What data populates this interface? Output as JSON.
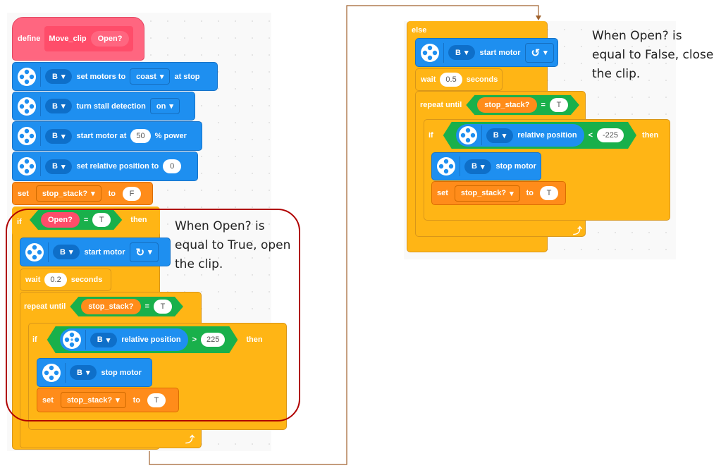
{
  "define": {
    "keyword": "define",
    "name": "Move_clip",
    "param": "Open?"
  },
  "left": {
    "set_motors": {
      "port": "B",
      "label": "set motors to",
      "mode": "coast",
      "suffix": "at stop"
    },
    "stall": {
      "port": "B",
      "label": "turn stall detection",
      "value": "on"
    },
    "start_power": {
      "port": "B",
      "label": "start motor at",
      "value": "50",
      "suffix": "% power"
    },
    "set_rel": {
      "port": "B",
      "label": "set relative position to",
      "value": "0"
    },
    "set_var": {
      "keyword": "set",
      "var": "stop_stack?",
      "to": "to",
      "value": "F"
    },
    "if_block": {
      "keyword": "if",
      "param": "Open?",
      "op": "=",
      "value": "T",
      "then": "then"
    },
    "start_motor": {
      "port": "B",
      "label": "start motor",
      "direction": "clockwise"
    },
    "wait": {
      "keyword": "wait",
      "value": "0.2",
      "unit": "seconds"
    },
    "repeat": {
      "keyword": "repeat until",
      "var": "stop_stack?",
      "op": "=",
      "value": "T"
    },
    "inner_if": {
      "keyword": "if",
      "port": "B",
      "label": "relative position",
      "op": ">",
      "value": "225",
      "then": "then"
    },
    "stop": {
      "port": "B",
      "label": "stop motor"
    },
    "set_t": {
      "keyword": "set",
      "var": "stop_stack?",
      "to": "to",
      "value": "T"
    }
  },
  "right": {
    "else": "else",
    "start_motor": {
      "port": "B",
      "label": "start motor",
      "direction": "counterclockwise"
    },
    "wait": {
      "keyword": "wait",
      "value": "0.5",
      "unit": "seconds"
    },
    "repeat": {
      "keyword": "repeat until",
      "var": "stop_stack?",
      "op": "=",
      "value": "T"
    },
    "inner_if": {
      "keyword": "if",
      "port": "B",
      "label": "relative position",
      "op": "<",
      "value": "-225",
      "then": "then"
    },
    "stop": {
      "port": "B",
      "label": "stop motor"
    },
    "set_t": {
      "keyword": "set",
      "var": "stop_stack?",
      "to": "to",
      "value": "T"
    }
  },
  "annotations": {
    "open": [
      "When Open? is",
      "equal to True, open",
      "the clip."
    ],
    "close": [
      "When Open? is",
      "equal to False, close",
      "the clip."
    ]
  },
  "colors": {
    "motor": "#1e8ff0",
    "variable": "#ff8c1a",
    "control": "#ffb515",
    "operator": "#19b04b",
    "define": "#ff6680",
    "highlight": "#b00000",
    "connector": "#a0622d"
  }
}
